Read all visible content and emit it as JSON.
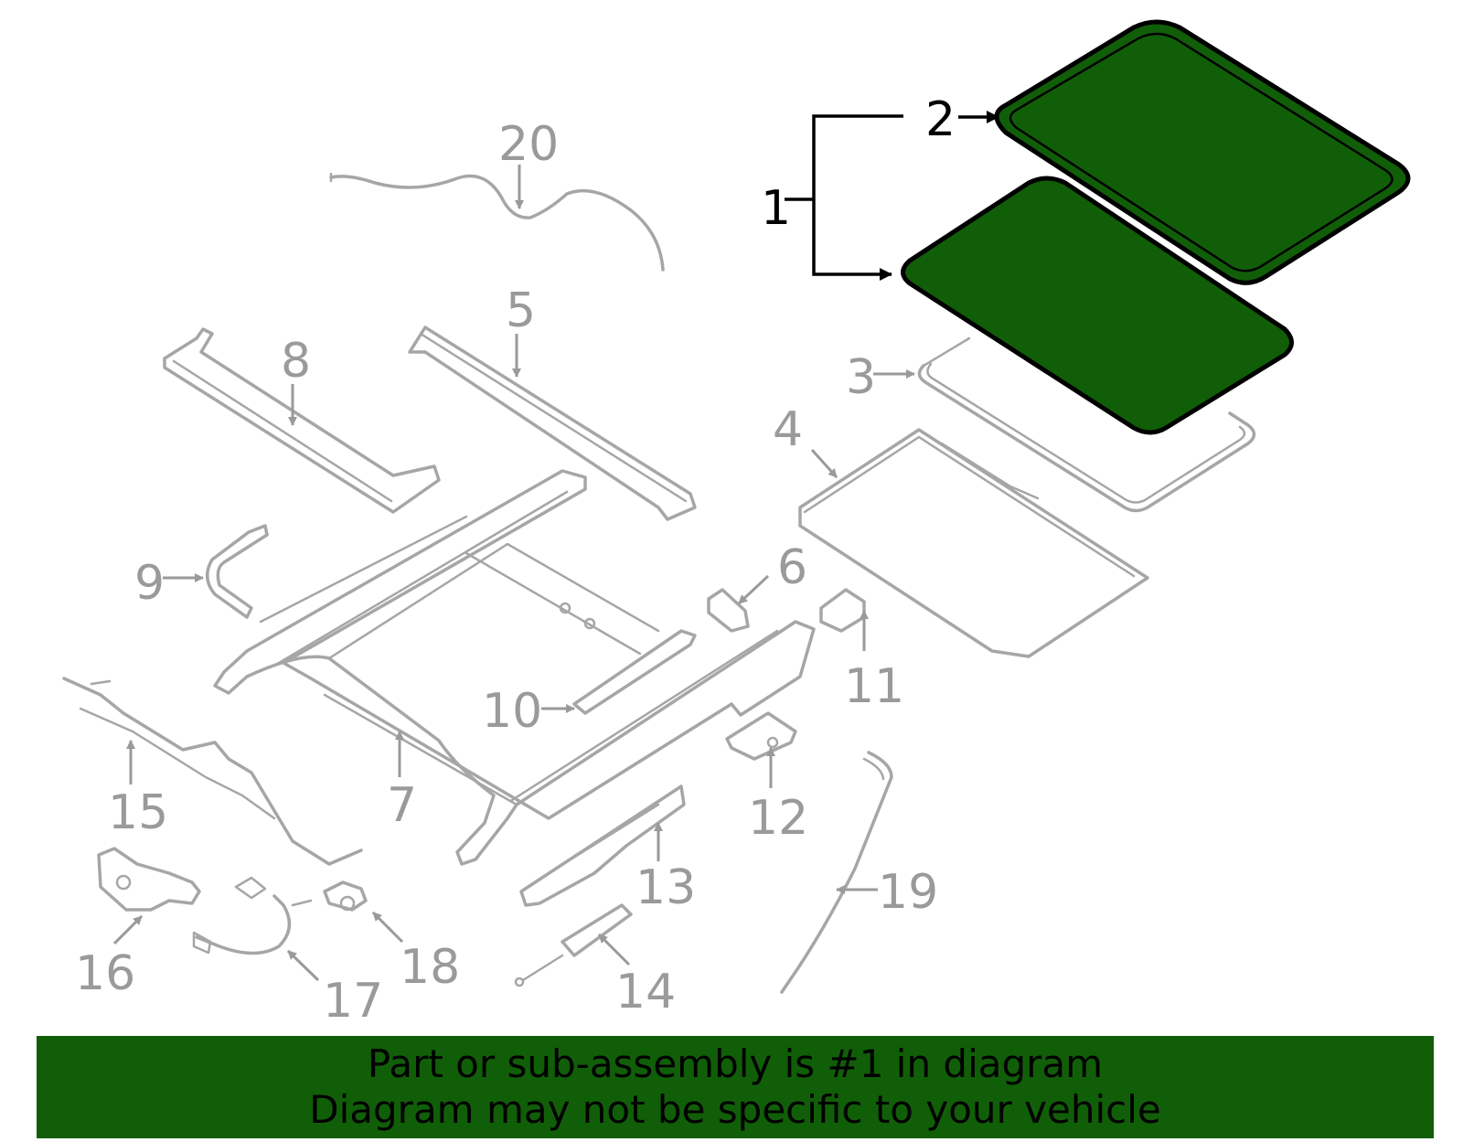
{
  "colors": {
    "highlight": "#115e08",
    "part_stroke": "#a6a6a6",
    "label": "#9a9a9a",
    "highlight_label": "#000000"
  },
  "callouts": {
    "c1": "1",
    "c2": "2",
    "c3": "3",
    "c4": "4",
    "c5": "5",
    "c6": "6",
    "c7": "7",
    "c8": "8",
    "c9": "9",
    "c10": "10",
    "c11": "11",
    "c12": "12",
    "c13": "13",
    "c14": "14",
    "c15": "15",
    "c16": "16",
    "c17": "17",
    "c18": "18",
    "c19": "19",
    "c20": "20"
  },
  "banner": {
    "line1": "Part or sub-assembly is #1 in diagram",
    "line2": "Diagram may not be specific to your vehicle"
  }
}
